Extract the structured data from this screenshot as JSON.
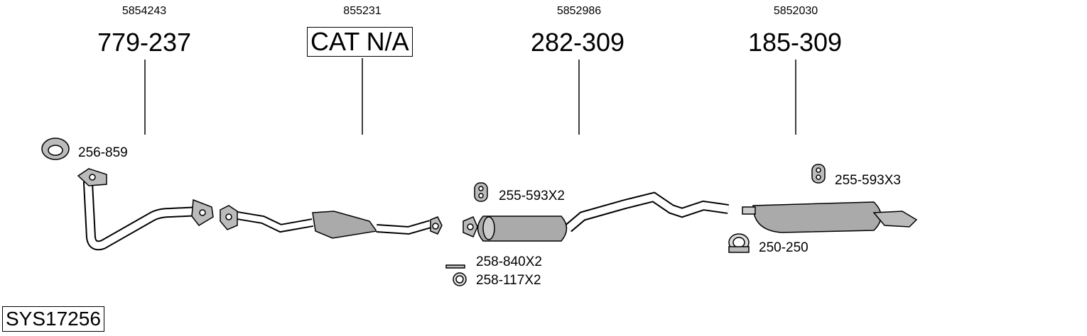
{
  "components": [
    {
      "oe_number": "5854243",
      "part_number": "779-237",
      "boxed": false
    },
    {
      "oe_number": "855231",
      "part_number": "CAT N/A",
      "boxed": true
    },
    {
      "oe_number": "5852986",
      "part_number": "282-309",
      "boxed": false
    },
    {
      "oe_number": "5852030",
      "part_number": "185-309",
      "boxed": false
    }
  ],
  "accessories": {
    "gasket": "256-859",
    "hanger_front": "255-593X2",
    "bolt": "258-840X2",
    "ring": "258-117X2",
    "hanger_rear": "255-593X3",
    "clamp": "250-250"
  },
  "system_code": "SYS17256"
}
